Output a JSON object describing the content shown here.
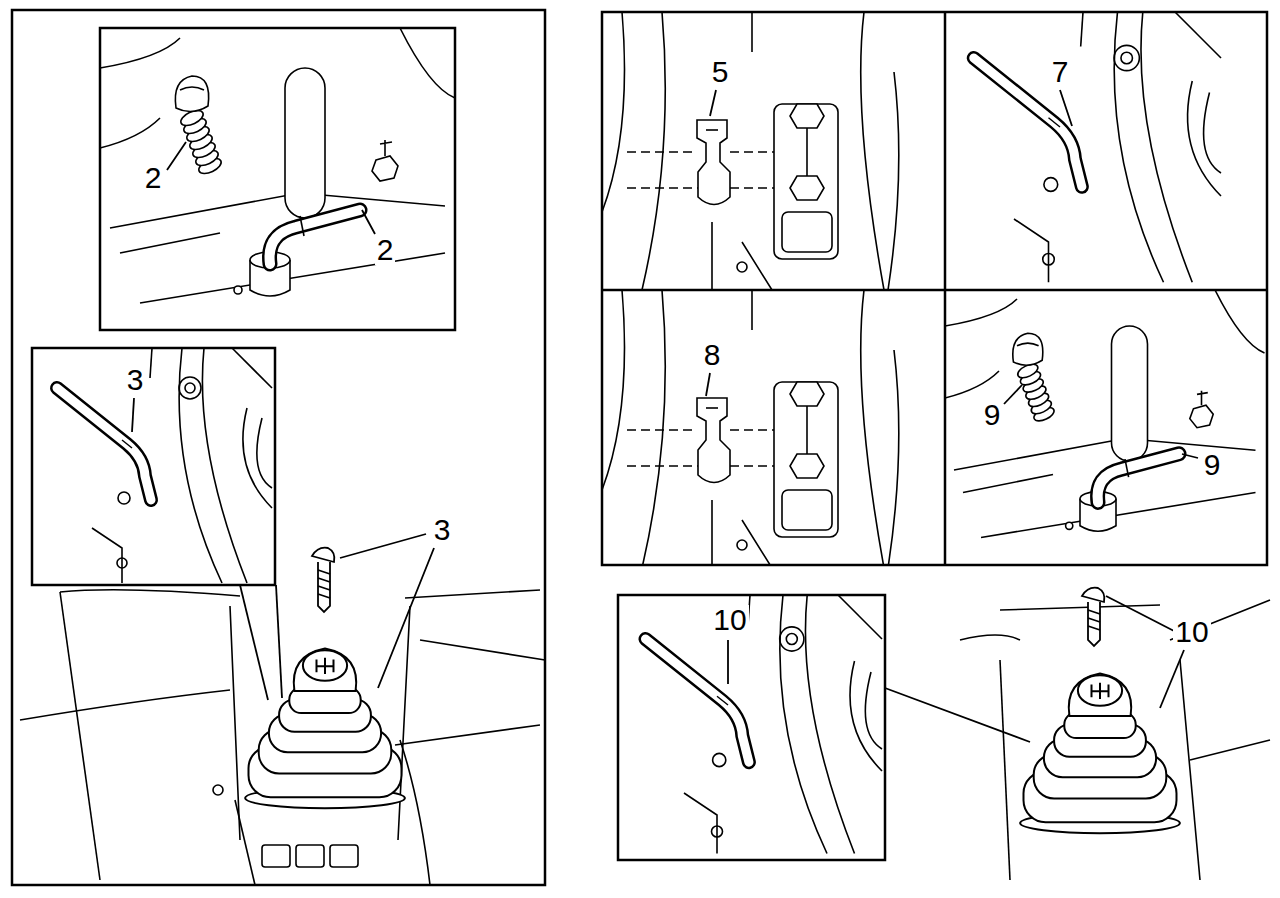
{
  "diagram": {
    "labels": [
      "2",
      "2",
      "3",
      "3",
      "5",
      "7",
      "8",
      "9",
      "9",
      "10",
      "10"
    ]
  }
}
